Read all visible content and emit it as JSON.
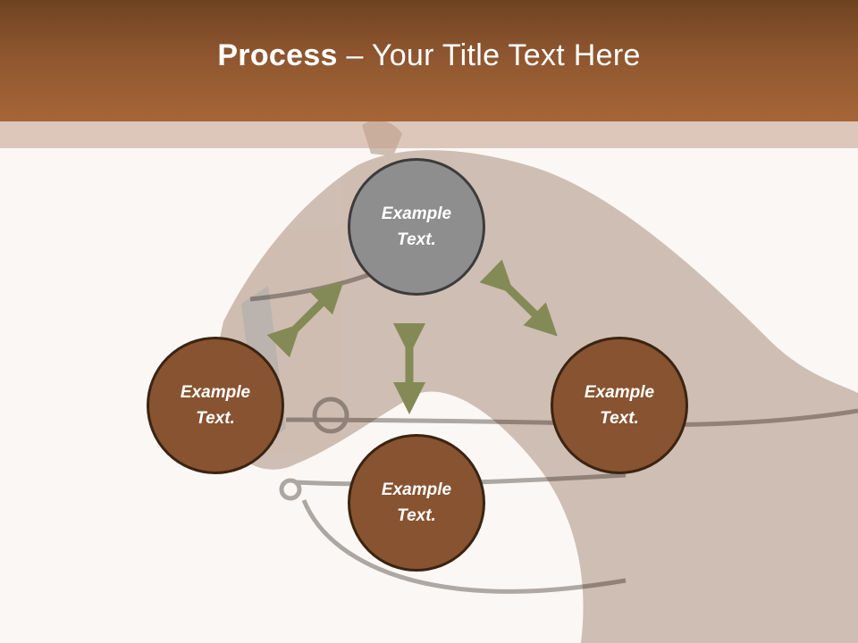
{
  "slide": {
    "title_bold": "Process",
    "title_rest": " – Your Title Text Here"
  },
  "nodes": {
    "top": {
      "line1": "Example",
      "line2": "Text."
    },
    "left": {
      "line1": "Example",
      "line2": "Text."
    },
    "right": {
      "line1": "Example",
      "line2": "Text."
    },
    "bottom": {
      "line1": "Example",
      "line2": "Text."
    }
  },
  "colors": {
    "title_bar": "#a66636",
    "node_gray": "#8e8e8e",
    "node_brown": "#885330",
    "arrow": "#848a55"
  }
}
